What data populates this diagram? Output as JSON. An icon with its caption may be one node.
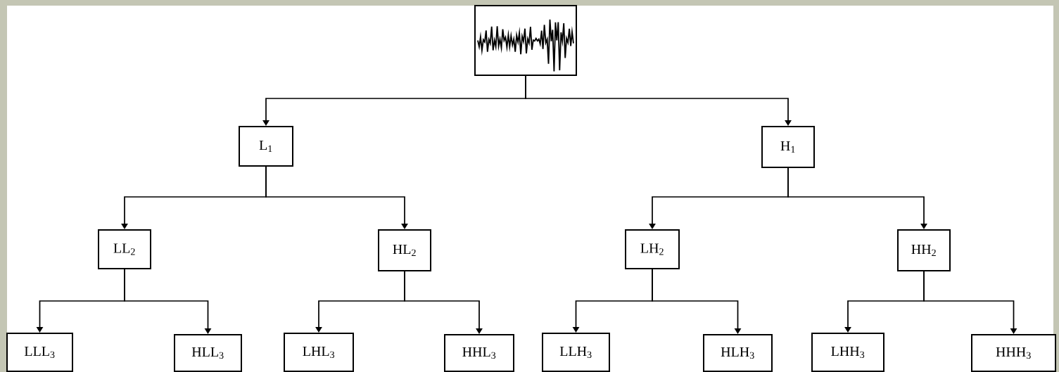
{
  "diagram": {
    "nodes": [
      {
        "text": [],
        "shape": "picture"
      },
      {
        "text": [
          "L$_{1}$"
        ]
      },
      {
        "text": [
          "H$_{1}$"
        ]
      },
      {
        "text": [
          "LL$_{2}$"
        ]
      },
      {
        "text": [
          "HL$_{2}$"
        ]
      },
      {
        "text": [
          "LH$_{2}$"
        ]
      },
      {
        "text": [
          "HH$_{2}$"
        ]
      },
      {
        "text": [
          "LLL$_{3}$"
        ]
      },
      {
        "text": [
          "HLL$_{3}$"
        ]
      },
      {
        "text": [
          "LHL$_{3}$"
        ]
      },
      {
        "text": [
          "HHL$_{3}$"
        ]
      },
      {
        "text": [
          "LLH$_{3}$"
        ]
      },
      {
        "text": [
          "HLH$_{3}$"
        ]
      },
      {
        "text": [
          "LHH$_{3}$"
        ]
      },
      {
        "text": [
          "HHH$_{3}$"
        ]
      }
    ],
    "edges": [
      {
        "from": 0,
        "to": 1,
        "arrow": "to"
      },
      {
        "from": 0,
        "to": 2,
        "arrow": "to"
      },
      {
        "from": 1,
        "to": 3,
        "arrow": "to"
      },
      {
        "from": 1,
        "to": 4,
        "arrow": "to"
      },
      {
        "from": 2,
        "to": 5,
        "arrow": "to"
      },
      {
        "from": 2,
        "to": 6,
        "arrow": "to"
      },
      {
        "from": 3,
        "to": 7,
        "arrow": "to"
      },
      {
        "from": 3,
        "to": 8,
        "arrow": "to"
      },
      {
        "from": 4,
        "to": 9,
        "arrow": "to"
      },
      {
        "from": 4,
        "to": 10,
        "arrow": "to"
      },
      {
        "from": 5,
        "to": 11,
        "arrow": "to"
      },
      {
        "from": 5,
        "to": 12,
        "arrow": "to"
      },
      {
        "from": 6,
        "to": 13,
        "arrow": "to"
      },
      {
        "from": 6,
        "to": 14,
        "arrow": "to"
      }
    ]
  }
}
